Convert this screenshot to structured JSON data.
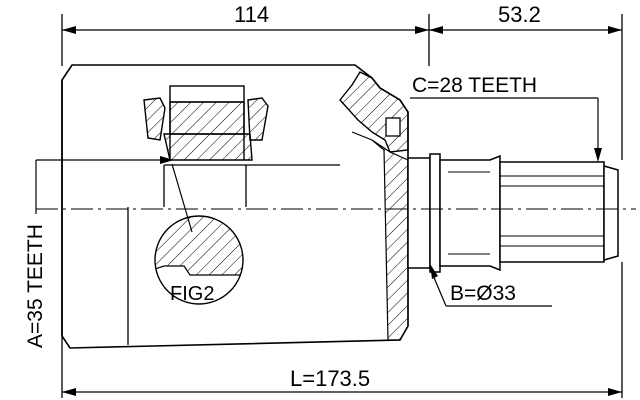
{
  "dimensions": {
    "housing_length": "114",
    "stub_length": "53.2",
    "total_length": "L=173.5"
  },
  "specs": {
    "inner_teeth": "A=35 TEETH",
    "outer_teeth": "C=28 TEETH",
    "seal_diameter": "B=Ø33"
  },
  "detail": {
    "figure_label": "FIG2"
  },
  "colors": {
    "line": "#000000",
    "background": "#ffffff"
  }
}
